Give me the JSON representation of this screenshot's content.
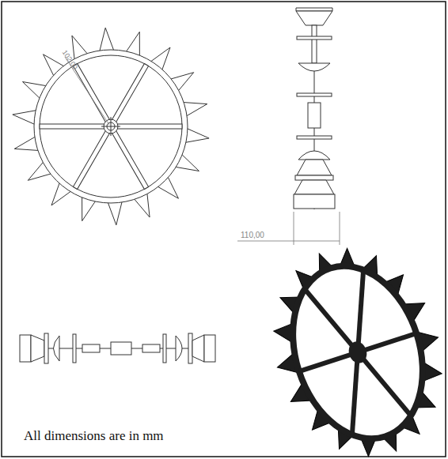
{
  "diagram": {
    "labels": [
      "102,00",
      "110,00",
      "All dimensions are in mm"
    ]
  }
}
